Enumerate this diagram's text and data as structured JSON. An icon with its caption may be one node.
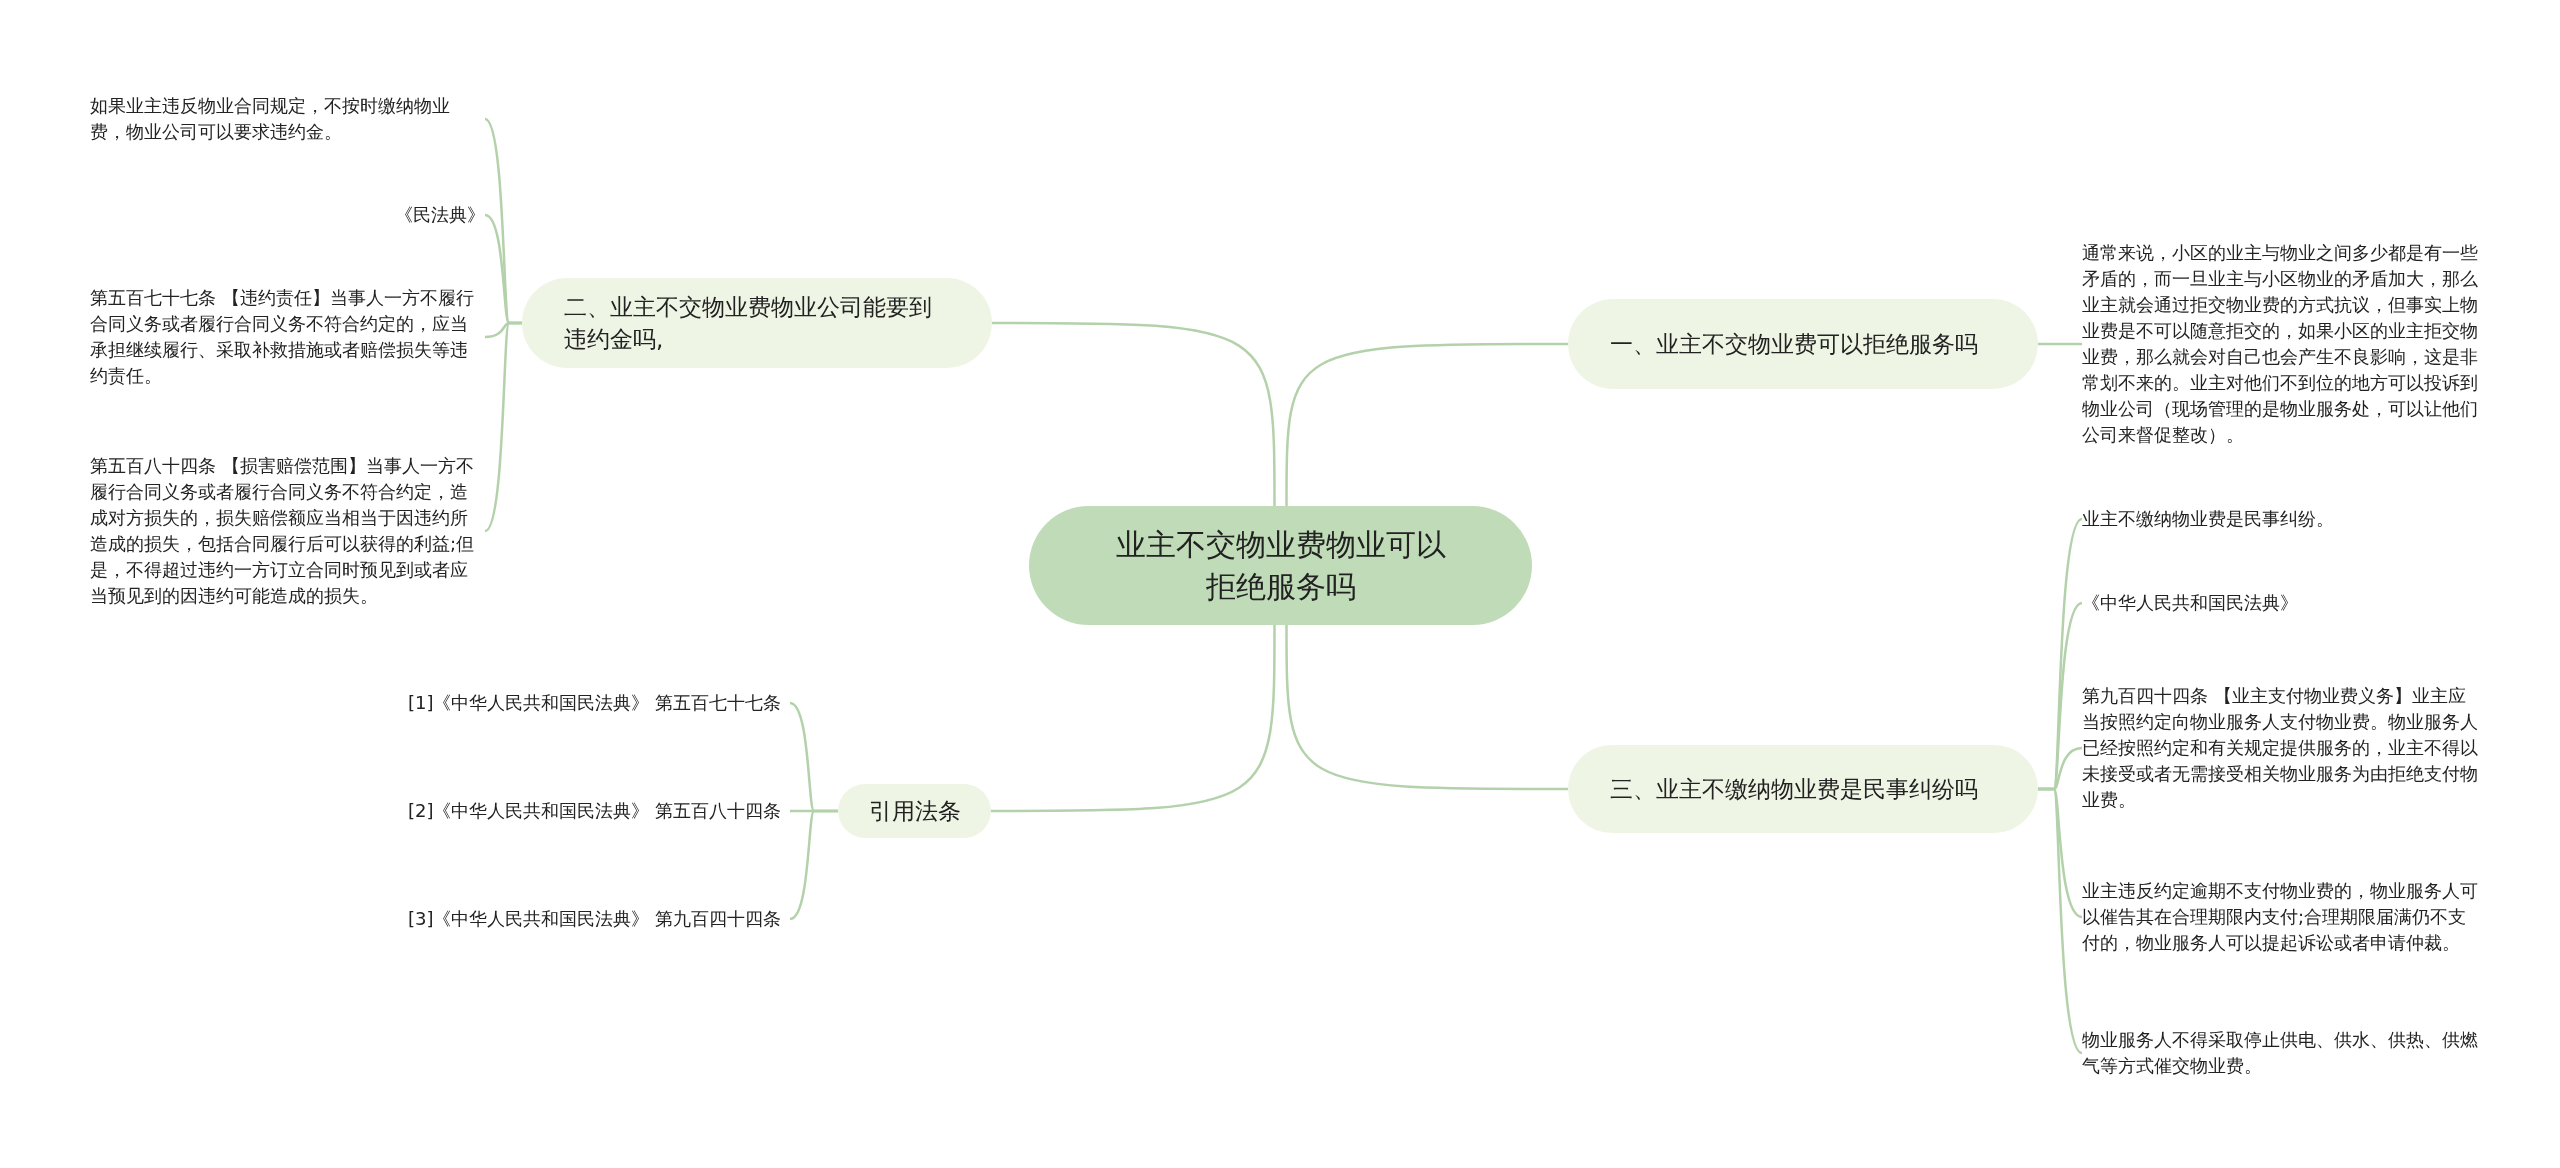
{
  "diagram": {
    "nodes": [
      {
        "text": [
          "业主不交物业费物业可以拒绝服务吗"
        ]
      },
      {
        "text": [
          "一、业主不交物业费可以拒绝服务吗"
        ]
      },
      {
        "text": [
          "通常来说，小区的业主与物业之间多少都是有一些矛盾的，而一旦业主与小区物业的矛盾加大，那么业主就会通过拒交物业费的方式抗议，但事实上物业费是不可以随意拒交的，如果小区的业主拒交物业费，那么就会对自己也会产生不良影响，这是非常划不来的。业主对他们不到位的地方可以投诉到物业公司（现场管理的是物业服务处，可以让他们公司来督促整改）。"
        ]
      },
      {
        "text": [
          "二、业主不交物业费物业公司能要到违约金吗,"
        ]
      },
      {
        "text": [
          "如果业主违反物业合同规定，不按时缴纳物业费，物业公司可以要求违约金。"
        ]
      },
      {
        "text": [
          "《民法典》"
        ]
      },
      {
        "text": [
          "第五百七十七条 【违约责任】当事人一方不履行合同义务或者履行合同义务不符合约定的，应当承担继续履行、采取补救措施或者赔偿损失等违约责任。"
        ]
      },
      {
        "text": [
          "第五百八十四条 【损害赔偿范围】当事人一方不履行合同义务或者履行合同义务不符合约定，造成对方损失的，损失赔偿额应当相当于因违约所造成的损失，包括合同履行后可以获得的利益;但是，不得超过违约一方订立合同时预见到或者应当预见到的因违约可能造成的损失。"
        ]
      },
      {
        "text": [
          "三、业主不缴纳物业费是民事纠纷吗"
        ]
      },
      {
        "text": [
          "业主不缴纳物业费是民事纠纷。"
        ]
      },
      {
        "text": [
          "《中华人民共和国民法典》"
        ]
      },
      {
        "text": [
          "第九百四十四条 【业主支付物业费义务】业主应当按照约定向物业服务人支付物业费。物业服务人已经按照约定和有关规定提供服务的，业主不得以未接受或者无需接受相关物业服务为由拒绝支付物业费。"
        ]
      },
      {
        "text": [
          "业主违反约定逾期不支付物业费的，物业服务人可以催告其在合理期限内支付;合理期限届满仍不支付的，物业服务人可以提起诉讼或者申请仲裁。"
        ]
      },
      {
        "text": [
          "物业服务人不得采取停止供电、供水、供热、供燃气等方式催交物业费。"
        ]
      },
      {
        "text": [
          "引用法条"
        ]
      },
      {
        "text": [
          "[1]《中华人民共和国民法典》 第五百七十七条"
        ]
      },
      {
        "text": [
          "[2]《中华人民共和国民法典》 第五百八十四条"
        ]
      },
      {
        "text": [
          "[3]《中华人民共和国民法典》 第九百四十四条"
        ]
      }
    ],
    "edges": [
      {
        "from": 0,
        "to": 1,
        "arrow": "none"
      },
      {
        "from": 1,
        "to": 2,
        "arrow": "none"
      },
      {
        "from": 0,
        "to": 3,
        "arrow": "none"
      },
      {
        "from": 3,
        "to": 4,
        "arrow": "none"
      },
      {
        "from": 3,
        "to": 5,
        "arrow": "none"
      },
      {
        "from": 3,
        "to": 6,
        "arrow": "none"
      },
      {
        "from": 3,
        "to": 7,
        "arrow": "none"
      },
      {
        "from": 0,
        "to": 8,
        "arrow": "none"
      },
      {
        "from": 8,
        "to": 9,
        "arrow": "none"
      },
      {
        "from": 8,
        "to": 10,
        "arrow": "none"
      },
      {
        "from": 8,
        "to": 11,
        "arrow": "none"
      },
      {
        "from": 8,
        "to": 12,
        "arrow": "none"
      },
      {
        "from": 8,
        "to": 13,
        "arrow": "none"
      },
      {
        "from": 0,
        "to": 14,
        "arrow": "none"
      },
      {
        "from": 14,
        "to": 15,
        "arrow": "none"
      },
      {
        "from": 14,
        "to": 16,
        "arrow": "none"
      },
      {
        "from": 14,
        "to": 17,
        "arrow": "none"
      }
    ]
  }
}
